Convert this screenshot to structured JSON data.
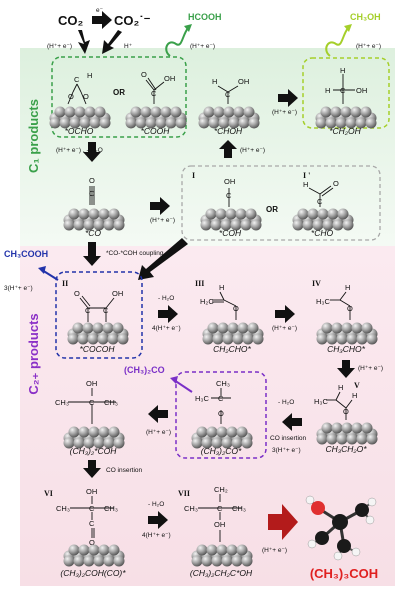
{
  "header": {
    "co2": "CO₂",
    "co2_radical": "CO₂˙⁻",
    "e_minus": "e⁻",
    "h_plus_e": "(H⁺+ e⁻)",
    "h_plus": "H⁺"
  },
  "sections": {
    "c1_title": "C₁ products",
    "c2_title": "C₂₊ products"
  },
  "colors": {
    "c1_green": "#3aa04a",
    "c1_bg": "#e9f5e9",
    "c2_bg": "#f9e8ee",
    "blue": "#2233aa",
    "purple": "#7a2fc7",
    "lime": "#a5cf2a",
    "red": "#e02020",
    "arrow": "#111111",
    "catalyst": "#8c8c8c"
  },
  "c1": {
    "ocho_label": "*OCHO",
    "or_1": "OR",
    "cooh_label": "*COOH",
    "hcooh": "HCOOH",
    "ch3oh": "CH₃OH",
    "chohe_label": "*CHOH",
    "ch2oh_label": "*CH₂OH",
    "co_label": "*CO",
    "coh_label": "*COH",
    "cho_label": "*CHO",
    "or_2": "OR",
    "roman_I": "I",
    "roman_I_prime": "I '",
    "step_h2o": "(H⁺+ e⁻) , - H₂O",
    "step_coupling": "*CO-*COH coupling"
  },
  "c2": {
    "ch3cooh": "CH₃COOH",
    "three_h_e": "3(H⁺+ e⁻)",
    "roman_II": "II",
    "roman_III": "III",
    "roman_IV": "IV",
    "roman_V": "V",
    "roman_VI": "VI",
    "roman_VII": "VII",
    "cocoh_label": "*COCOH",
    "ch2cho_label": "CH₂CHO*",
    "ch3cho_label": "CH₃CHO*",
    "ch3ch2o_label": "CH₃CH₂O*",
    "ch32co_label": "(CH₃)₂CO*",
    "ch32coh_label": "(CH₃)₂*COH",
    "ch32cohco_label": "(CH₃)₂COH(CO)*",
    "ch32ch2coh_label": "(CH₃)₂CH₂C*OH",
    "ch32co_product": "(CH₃)₂CO",
    "final_product": "(CH₃)₃COH",
    "minus_h2o": "- H₂O",
    "four_h_e": "4(H⁺+ e⁻)",
    "h_e": "(H⁺+ e⁻)",
    "co_insertion": "CO insertion",
    "co_insertion_3he": "3(H⁺+ e⁻)"
  }
}
